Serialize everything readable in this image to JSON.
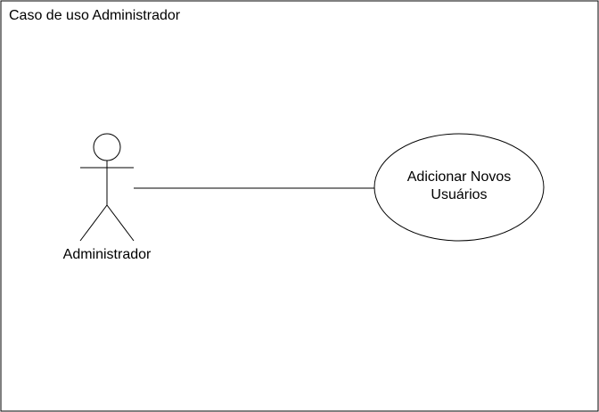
{
  "diagram": {
    "frame_title": "Caso de uso Administrador",
    "actor": {
      "label": "Administrador"
    },
    "use_case": {
      "line1": "Adicionar Novos",
      "line2": "Usuários"
    },
    "colors": {
      "stroke": "#000000",
      "fill": "#ffffff"
    }
  }
}
